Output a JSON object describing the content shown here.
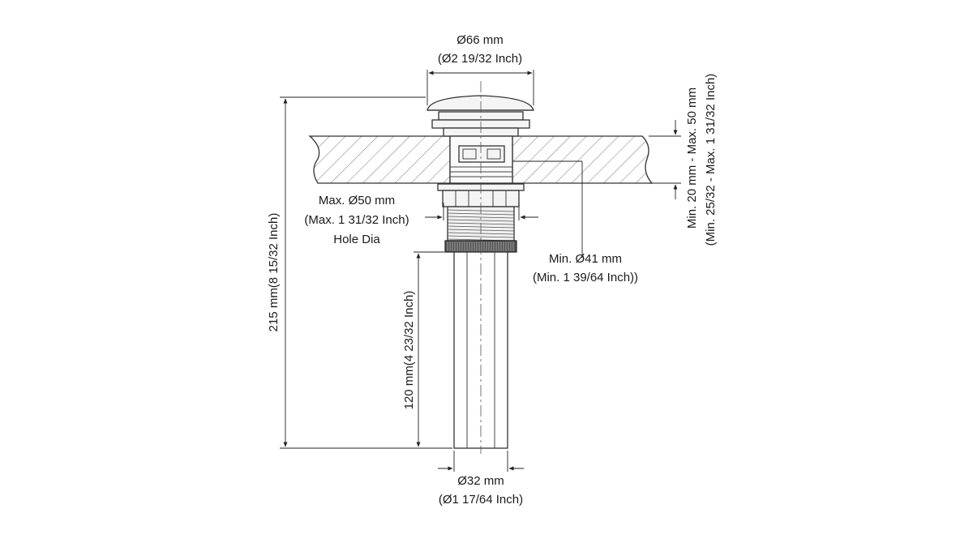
{
  "diagram": {
    "top_diameter": {
      "mm": "Ø66 mm",
      "inch": "(Ø2 19/32 Inch)"
    },
    "hole_dia": {
      "mm": "Max. Ø50 mm",
      "inch": "(Max. 1 31/32 Inch)",
      "caption": "Hole Dia"
    },
    "inner_diameter": {
      "mm": "Min. Ø41  mm",
      "inch": "(Min. 1 39/64 Inch))"
    },
    "bottom_diameter": {
      "mm": "Ø32 mm",
      "inch": "(Ø1 17/64 Inch)"
    },
    "total_height": "215 mm(8 15/32 Inch)",
    "tail_length": "120 mm(4 23/32 Inch)",
    "thickness_mm": "Min. 20 mm - Max. 50 mm",
    "thickness_inch": "(Min. 25/32 - Max. 1 31/32 Inch)"
  }
}
